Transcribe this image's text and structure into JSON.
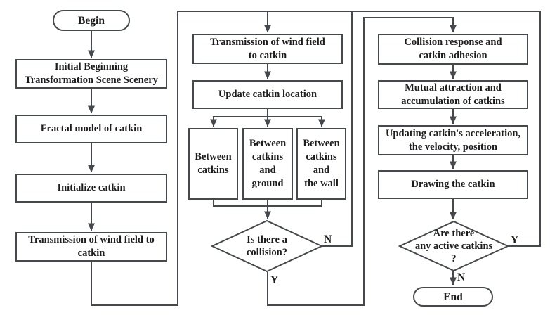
{
  "flowchart": {
    "begin": {
      "label": "Begin"
    },
    "end": {
      "label": "End"
    },
    "left": [
      {
        "lines": [
          "Initial Beginning",
          "Transformation Scene Scenery"
        ]
      },
      {
        "lines": [
          "Fractal model of catkin"
        ]
      },
      {
        "lines": [
          "Initialize catkin"
        ]
      },
      {
        "lines": [
          "Transmission of wind field to",
          "catkin"
        ]
      }
    ],
    "middle": [
      {
        "lines": [
          "Transmission of wind field",
          "to catkin"
        ]
      },
      {
        "lines": [
          "Update catkin location"
        ]
      }
    ],
    "collision_checks": [
      {
        "lines": [
          "Between",
          "catkins"
        ]
      },
      {
        "lines": [
          "Between",
          "catkins",
          "and",
          "ground"
        ]
      },
      {
        "lines": [
          "Between",
          "catkins",
          "and",
          "the wall"
        ]
      }
    ],
    "decision_collision": {
      "lines": [
        "Is there a",
        "collision?"
      ],
      "yes_label": "Y",
      "no_label": "N"
    },
    "right": [
      {
        "lines": [
          "Collision response and",
          "catkin adhesion"
        ]
      },
      {
        "lines": [
          "Mutual attraction and",
          "accumulation of catkins"
        ]
      },
      {
        "lines": [
          "Updating catkin's acceleration,",
          "the velocity, position"
        ]
      },
      {
        "lines": [
          "Drawing the catkin"
        ]
      }
    ],
    "decision_active": {
      "lines": [
        "Are there",
        "any active catkins",
        "?"
      ],
      "yes_label": "Y",
      "no_label": "N"
    },
    "colors": {
      "line": "#45484c",
      "text": "#1d1d1d",
      "background": "#ffffff"
    }
  }
}
